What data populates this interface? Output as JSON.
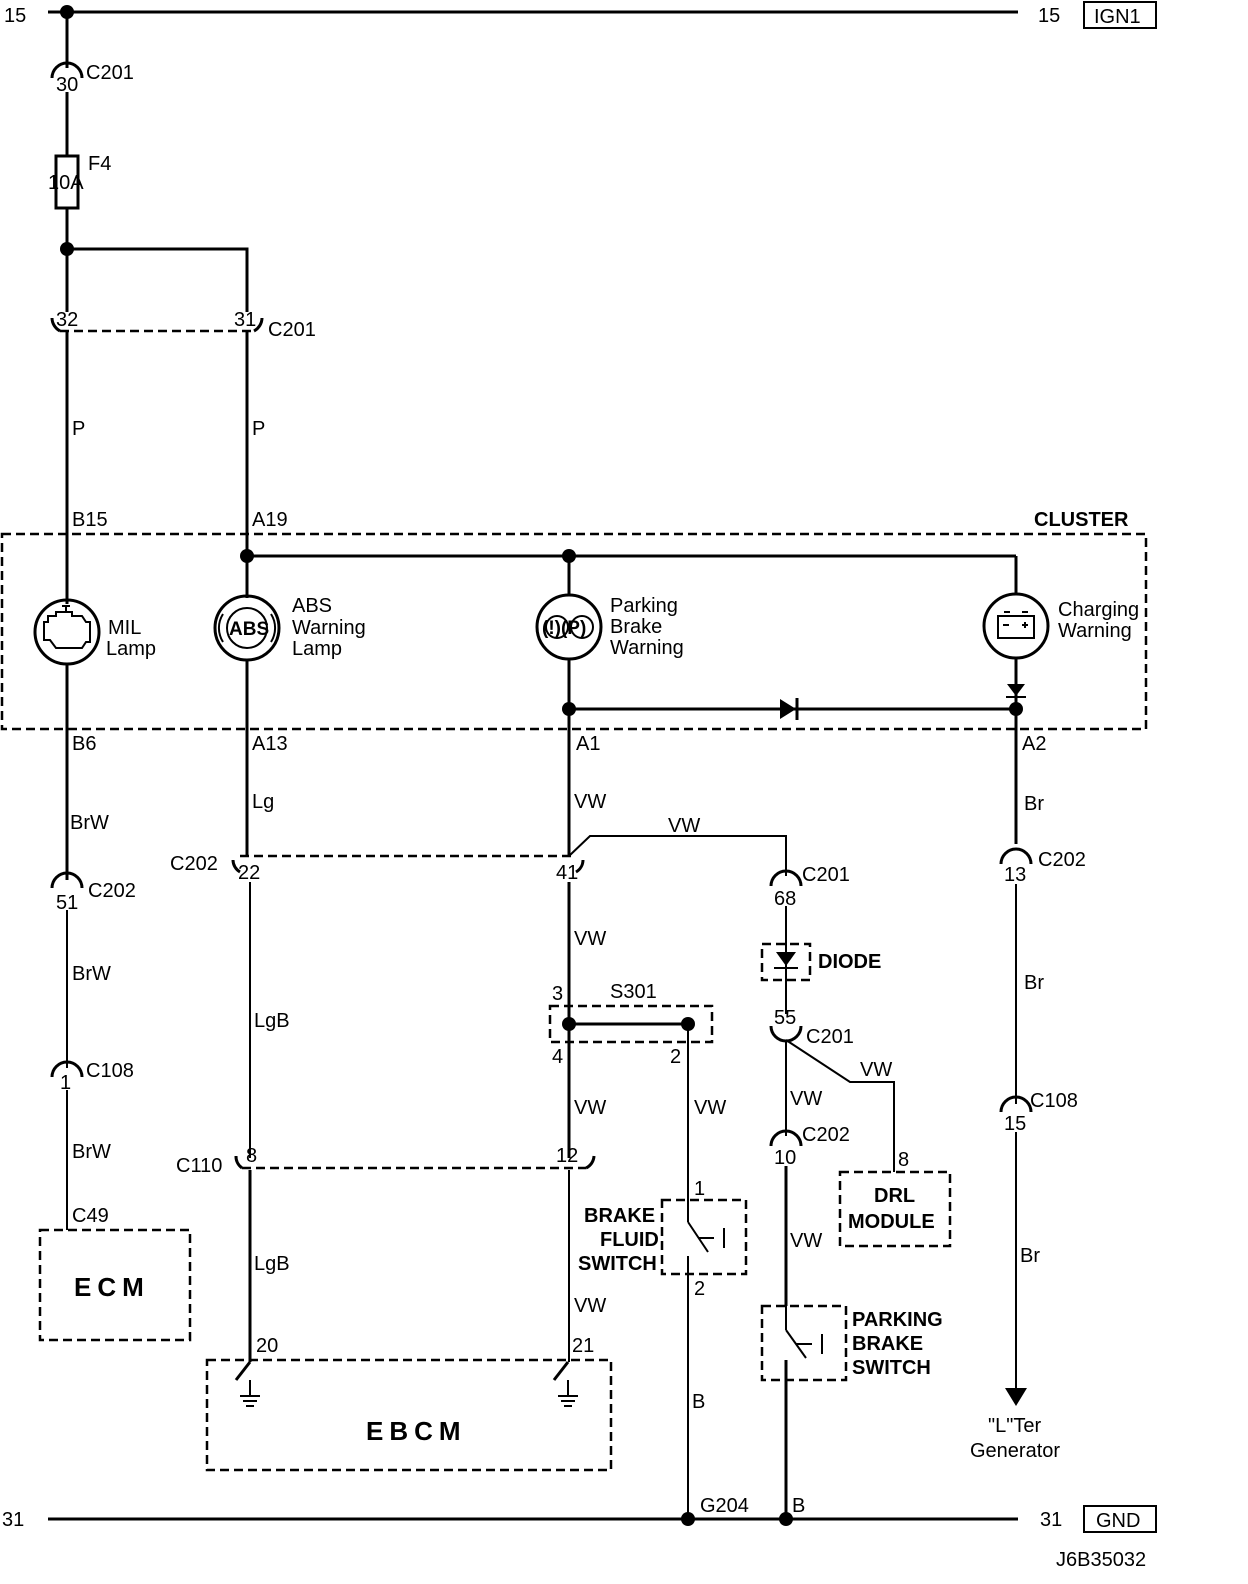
{
  "rails": {
    "top_left_num": "15",
    "top_right_num": "15",
    "top_label": "IGN1",
    "bottom_left_num": "31",
    "bottom_right_num": "31",
    "bottom_label": "GND",
    "ground_node": "G204",
    "ground_wire": "B"
  },
  "fuse": {
    "name": "F4",
    "rating": "10A"
  },
  "connectors": {
    "c201_top_pin": "30",
    "c201_top_name": "C201",
    "c201_pin32": "32",
    "c201_pin31": "31",
    "c201_split_name": "C201",
    "c202_pin51": "51",
    "c202_pin51_name": "C202",
    "c202_pin22": "22",
    "c202_pin41": "41",
    "c202_split_name": "C202",
    "c201_pin68": "68",
    "c201_pin68_name": "C201",
    "c201_pin55": "55",
    "c201_pin55_name": "C201",
    "c202_pin13": "13",
    "c202_pin13_name": "C202",
    "c108_pin1": "1",
    "c108_pin1_name": "C108",
    "c108_pin15": "15",
    "c108_pin15_name": "C108",
    "c110_pin8": "8",
    "c110_pin12": "12",
    "c110_name": "C110",
    "c202_pin10": "10",
    "c202_pin10_name": "C202"
  },
  "wires": {
    "p1": "P",
    "p2": "P",
    "brw1": "BrW",
    "brw2": "BrW",
    "brw3": "BrW",
    "lg": "Lg",
    "lgb1": "LgB",
    "lgb2": "LgB",
    "vw1": "VW",
    "vw2": "VW",
    "vw3": "VW",
    "vw4": "VW",
    "vw5": "VW",
    "vw6": "VW",
    "vw7": "VW",
    "vw8": "VW",
    "vw9": "VW",
    "br1": "Br",
    "br2": "Br",
    "br3": "Br"
  },
  "cluster": {
    "title": "CLUSTER",
    "pin_b15": "B15",
    "pin_a19": "A19",
    "pin_b6": "B6",
    "pin_a13": "A13",
    "pin_a1": "A1",
    "pin_a2": "A2",
    "mil": [
      "MIL",
      "Lamp"
    ],
    "abs": [
      "ABS",
      "Warning",
      "Lamp"
    ],
    "abs_icon": "ABS",
    "parking": [
      "Parking",
      "Brake",
      "Warning"
    ],
    "parking_icon": "(!)(P)",
    "charging": [
      "Charging",
      "Warning"
    ],
    "icons": [
      "engine-icon",
      "abs-icon",
      "parking-brake-icon",
      "battery-icon",
      "diode-icon"
    ]
  },
  "splice": {
    "name": "S301",
    "pin3": "3",
    "pin4": "4",
    "pin2": "2"
  },
  "brake_fluid_switch": {
    "label": [
      "BRAKE",
      "FLUID",
      "SWITCH"
    ],
    "pin1": "1",
    "pin2": "2"
  },
  "diode": {
    "label": "DIODE"
  },
  "drl": {
    "label": [
      "DRL",
      "MODULE"
    ],
    "pin": "8"
  },
  "parking_brake_switch": {
    "label": [
      "PARKING",
      "BRAKE",
      "SWITCH"
    ]
  },
  "ecm": {
    "label": "ECM",
    "pin": "C49"
  },
  "ebcm": {
    "label": "EBCM",
    "pin20": "20",
    "pin21": "21"
  },
  "generator": {
    "label": [
      "\"L\"Ter",
      "Generator"
    ]
  },
  "figure_id": "J6B35032"
}
